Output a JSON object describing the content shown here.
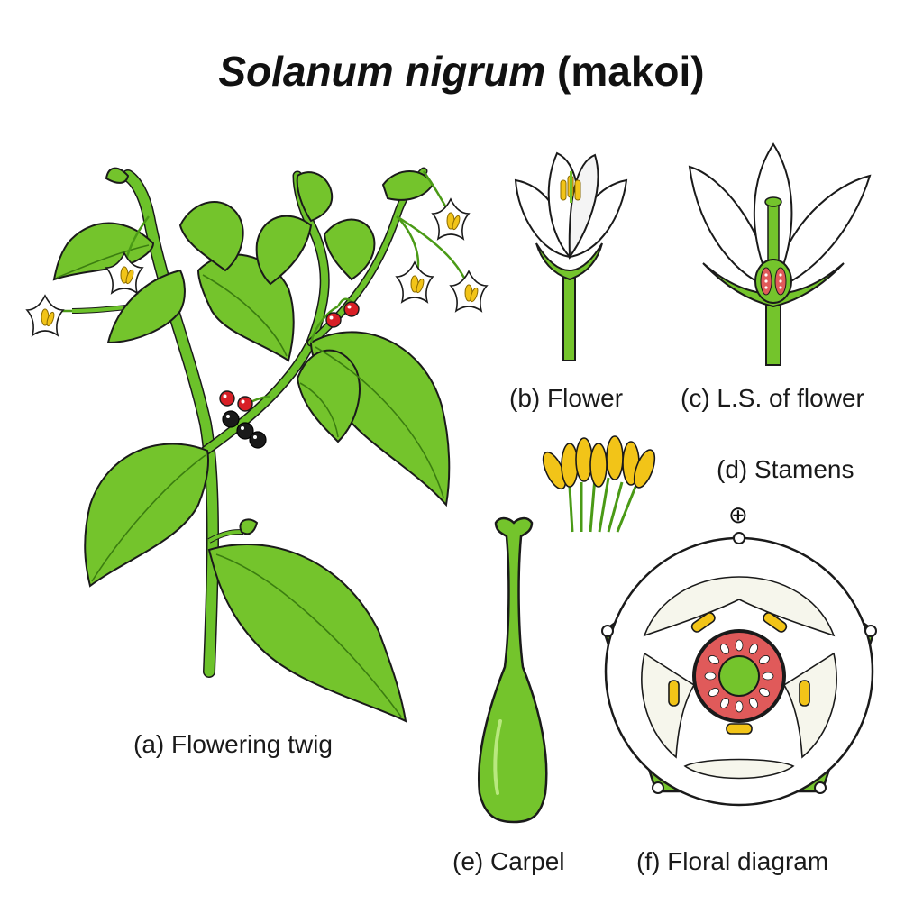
{
  "title": {
    "italic_part": "Solanum nigrum",
    "rest": "(makoi)"
  },
  "labels": {
    "a": "(a) Flowering twig",
    "b": "(b) Flower",
    "c": "(c) L.S. of flower",
    "d": "(d) Stamens",
    "e": "(e) Carpel",
    "f": "(f) Floral diagram"
  },
  "floral_symbol": "⊕",
  "colors": {
    "leaf": "#74c42c",
    "leaf_dark": "#4a9a16",
    "stem": "#6cc22a",
    "petal": "#ffffff",
    "anther": "#f2c418",
    "berry_black": "#1a1a1a",
    "berry_red": "#d81f26",
    "ovary_red": "#e05a5a",
    "outline": "#1a1a1a"
  }
}
